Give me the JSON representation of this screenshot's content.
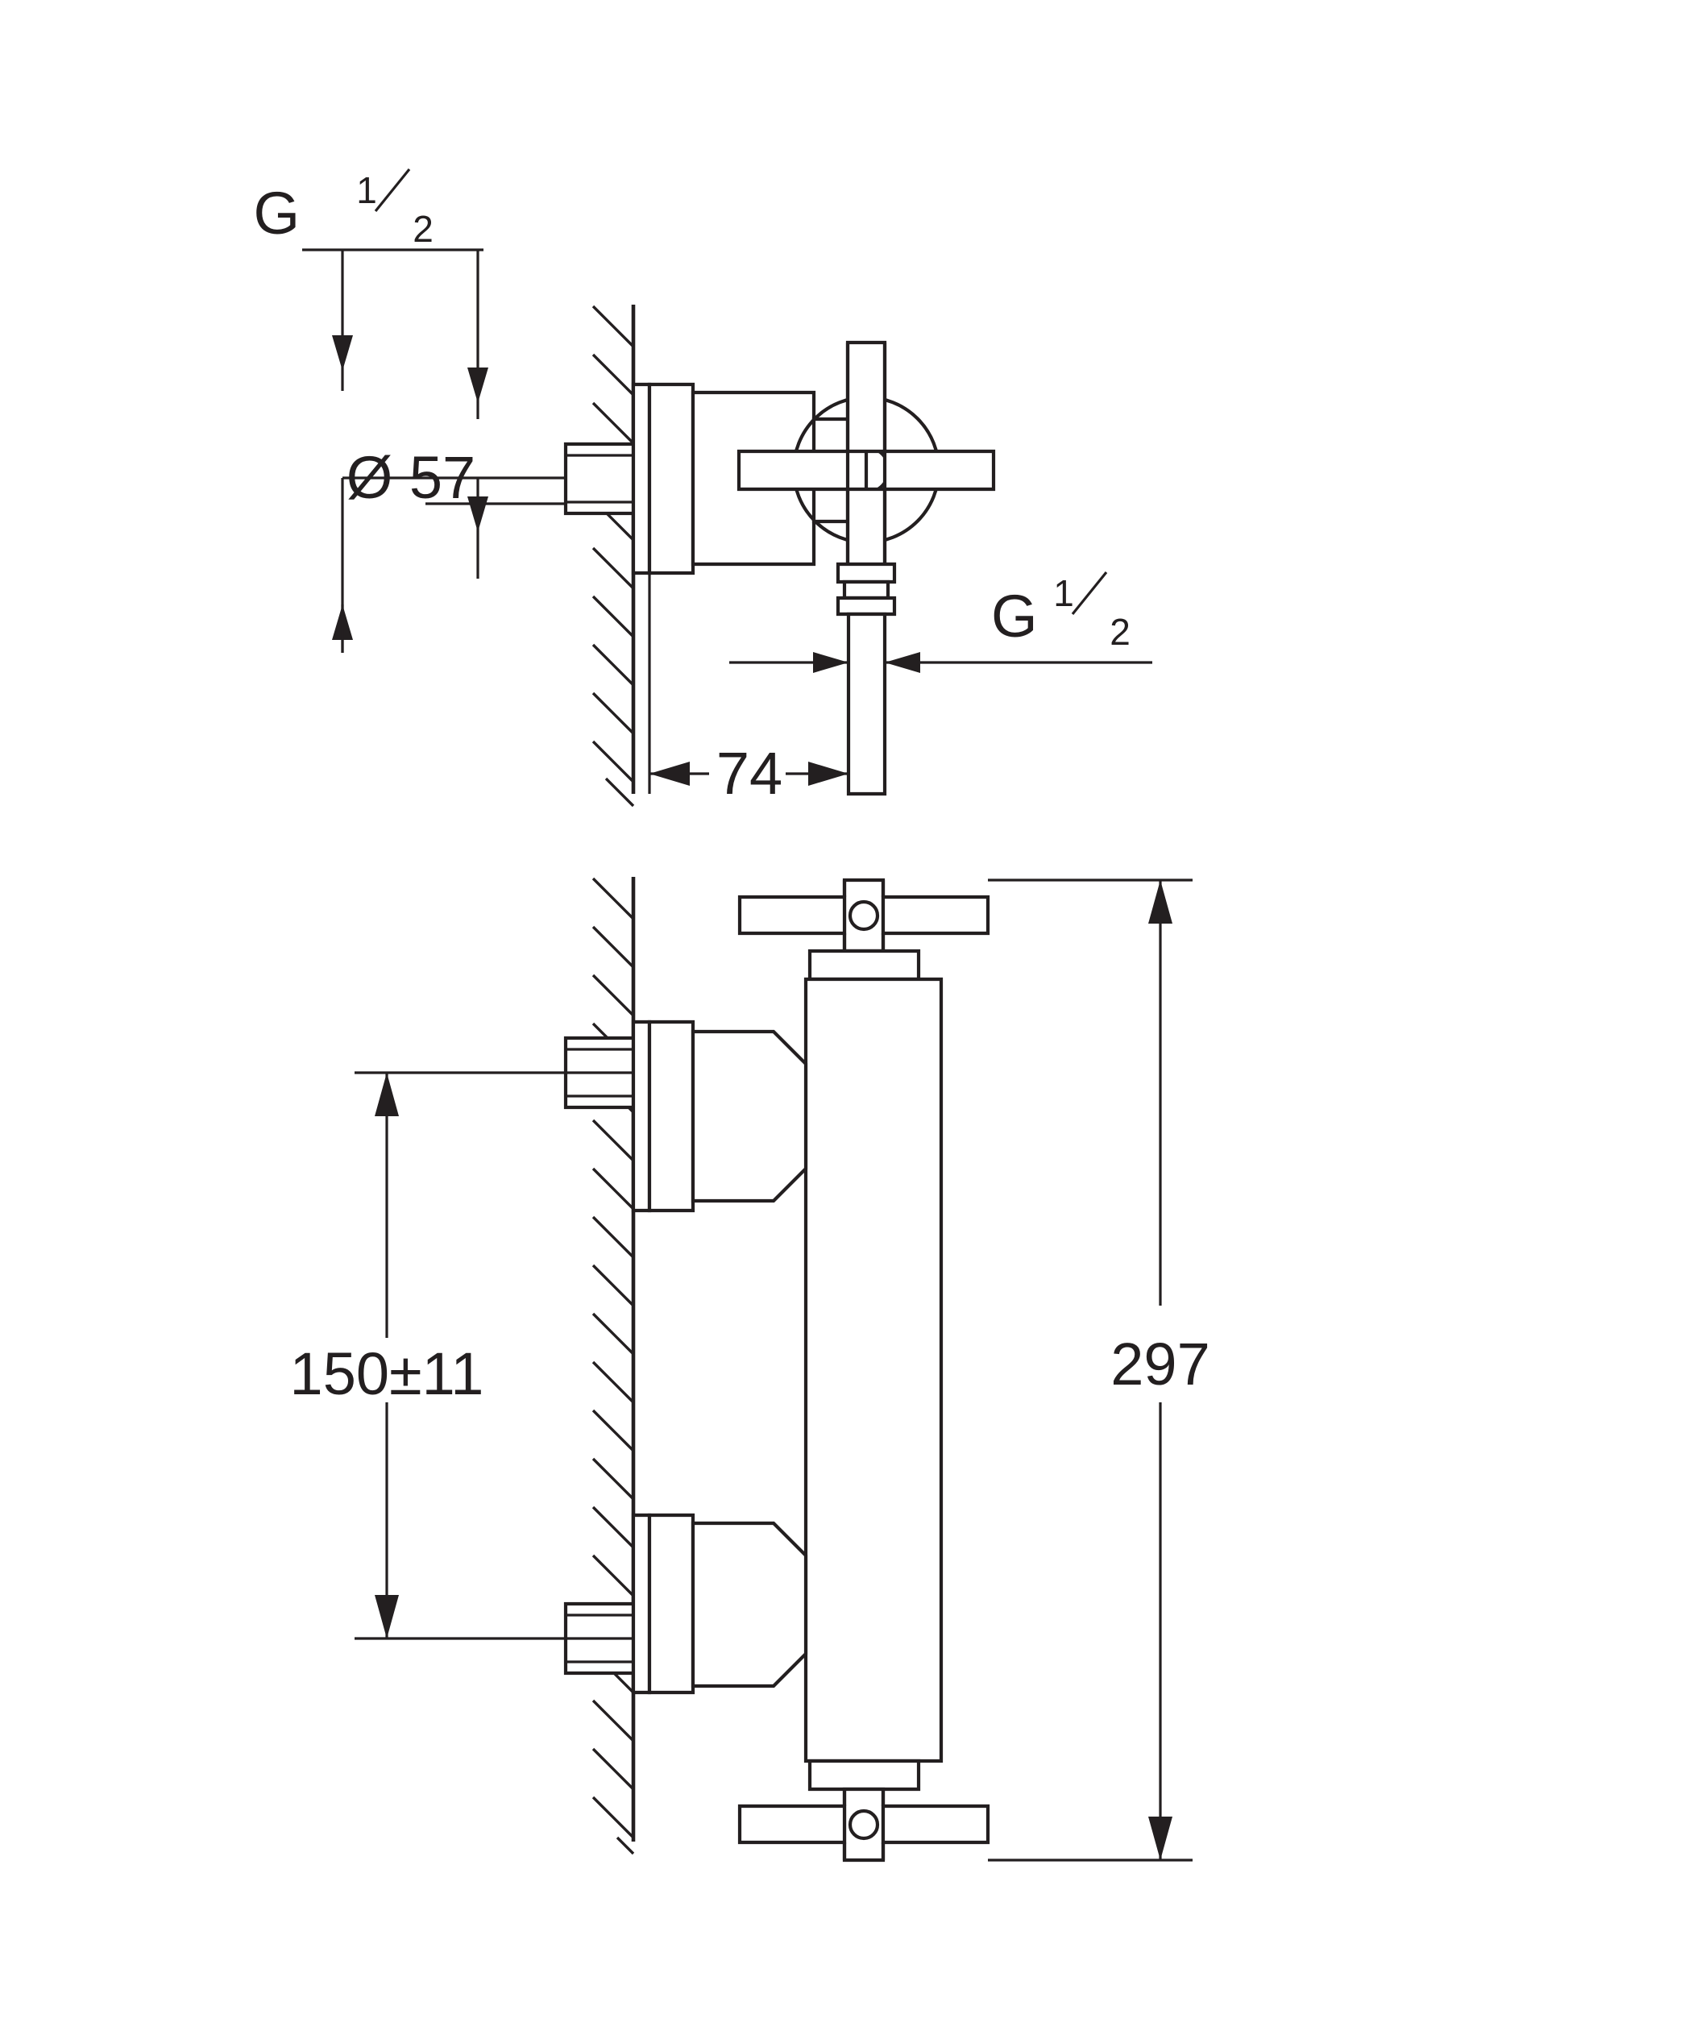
{
  "drawing": {
    "title": "Technical dimension drawing - wall mounted shower mixer",
    "units": "mm",
    "views": [
      {
        "name": "top-view",
        "labels": [
          {
            "id": "g-half-top",
            "text": "G",
            "fraction_num": "1",
            "fraction_den": "2"
          },
          {
            "id": "diameter-57",
            "text": "Ø 57"
          },
          {
            "id": "g-half-bottom",
            "text": "G",
            "fraction_num": "1",
            "fraction_den": "2"
          },
          {
            "id": "depth-74",
            "text": "74"
          }
        ]
      },
      {
        "name": "front-view",
        "labels": [
          {
            "id": "center-distance",
            "text": "150±11"
          },
          {
            "id": "total-height",
            "text": "297"
          }
        ]
      }
    ],
    "dimensions": {
      "diameter": "Ø 57",
      "thread_top": "G",
      "thread_top_fraction": "1/2",
      "thread_bottom": "G",
      "thread_bottom_fraction": "1/2",
      "projection": "74",
      "inlet_spacing": "150±11",
      "overall_height": "297"
    },
    "colors": {
      "line": "#231f20",
      "background": "#ffffff"
    }
  }
}
